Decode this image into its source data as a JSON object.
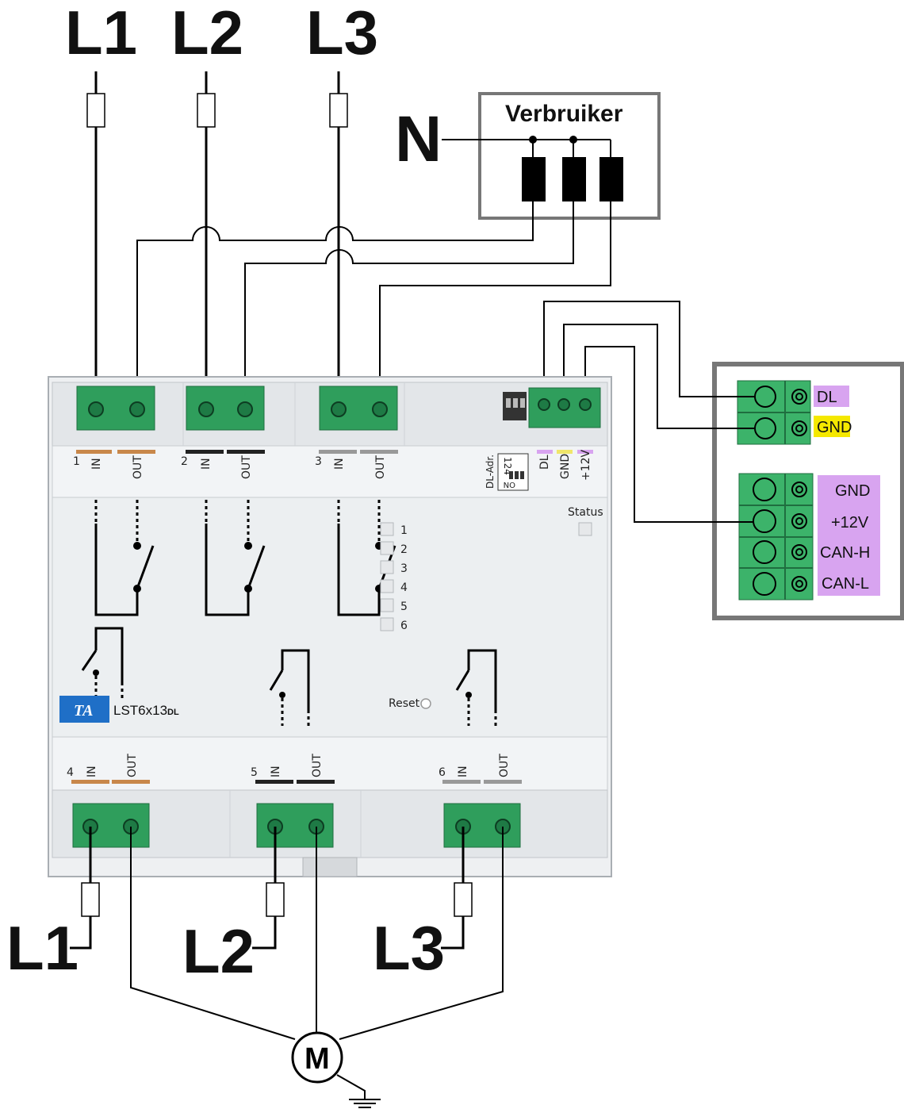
{
  "phases_top": [
    "L1",
    "L2",
    "L3"
  ],
  "phases_bottom": [
    "L1",
    "L2",
    "L3"
  ],
  "neutral": "N",
  "consumer": {
    "title": "Verbruiker"
  },
  "device": {
    "model": "LST6x13",
    "model_suffix": "DL",
    "logo": "TA",
    "status_label": "Status",
    "reset_label": "Reset",
    "dl_addr_label": "DL-Adr.",
    "dip_numbers": "124",
    "dip_on": "ON",
    "top_terminals": [
      {
        "num": "1",
        "in": "IN",
        "out": "OUT",
        "color": "#c8874a"
      },
      {
        "num": "2",
        "in": "IN",
        "out": "OUT",
        "color": "#222222"
      },
      {
        "num": "3",
        "in": "IN",
        "out": "OUT",
        "color": "#999999"
      }
    ],
    "bottom_terminals": [
      {
        "num": "4",
        "in": "IN",
        "out": "OUT",
        "color": "#c8874a"
      },
      {
        "num": "5",
        "in": "IN",
        "out": "OUT",
        "color": "#222222"
      },
      {
        "num": "6",
        "in": "IN",
        "out": "OUT",
        "color": "#999999"
      }
    ],
    "bus_labels": [
      "DL",
      "GND",
      "+12V"
    ],
    "bus_colors": [
      "#d8a4f0",
      "#f0e66a",
      "#d8a4f0"
    ],
    "leds": [
      "1",
      "2",
      "3",
      "4",
      "5",
      "6"
    ]
  },
  "external": {
    "dl_block": [
      "DL",
      "GND"
    ],
    "dl_block_colors": [
      "#d8a4f0",
      "#f5e800"
    ],
    "can_block": [
      "GND",
      "+12V",
      "CAN-H",
      "CAN-L"
    ],
    "can_color": "#d8a4f0"
  },
  "motor": {
    "label": "M"
  }
}
